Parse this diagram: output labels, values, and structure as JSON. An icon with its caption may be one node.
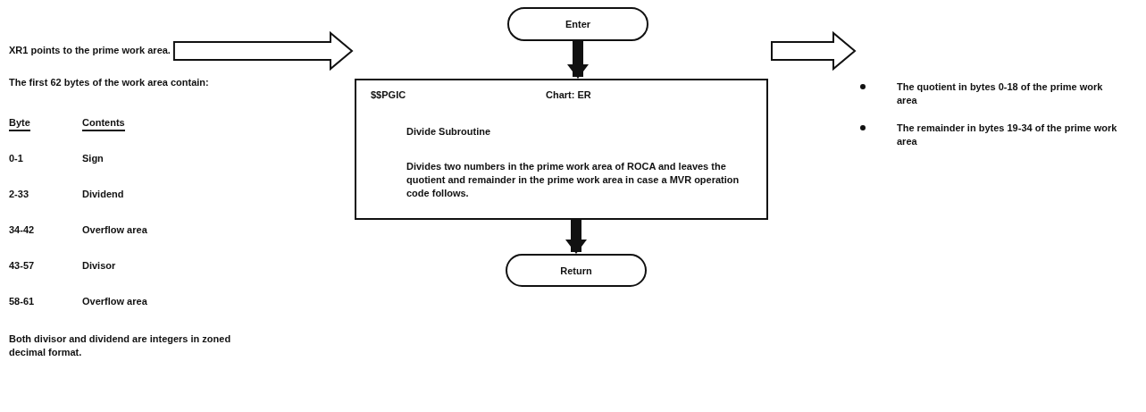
{
  "diagram": {
    "nodes": [
      {
        "text": [
          "Enter"
        ]
      },
      {
        "text": [
          "$$PGIC",
          "Chart: ER",
          "Divide Subroutine",
          "Divides two numbers in the prime work area of ROCA and leaves the quotient and remainder in the prime work area in case a MVR operation code follows."
        ]
      },
      {
        "text": [
          "Return"
        ]
      },
      {
        "text": [
          "XR1 points to the prime work area."
        ]
      },
      {
        "text": [
          "The quotient in bytes 0-18 of the prime work area",
          "The remainder in bytes 19-34 of the prime work area"
        ]
      }
    ],
    "edges": [
      {
        "from": 0,
        "to": 1,
        "arrow": "to"
      },
      {
        "from": 1,
        "to": 2,
        "arrow": "to"
      },
      {
        "from": 3,
        "to": 1,
        "arrow": "to"
      },
      {
        "from": 1,
        "to": 4,
        "arrow": "to"
      }
    ],
    "labels": [
      "The first 62 bytes of the work area contain:",
      "Byte",
      "Contents",
      "0-1",
      "Sign",
      "2-33",
      "Dividend",
      "34-42",
      "Overflow area",
      "43-57",
      "Divisor",
      "58-61",
      "Overflow area",
      "Both divisor and dividend are integers in zoned decimal format."
    ]
  }
}
